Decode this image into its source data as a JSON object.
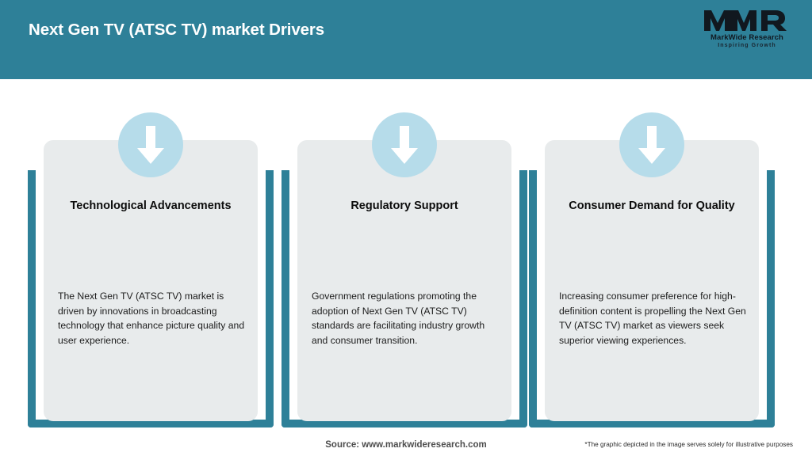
{
  "header": {
    "title": "Next Gen TV (ATSC TV) market Drivers",
    "background_color": "#2e8098",
    "title_color": "#ffffff"
  },
  "logo": {
    "mark": "MWR",
    "name": "MarkWide Research",
    "tagline": "Inspiring Growth"
  },
  "theme": {
    "accent_teal": "#2e8098",
    "card_background": "#e8ebec",
    "icon_circle": "#b6dcea",
    "arrow_color": "#ffffff"
  },
  "cards": [
    {
      "icon": "arrow-down-icon",
      "title": "Technological Advancements",
      "description": "The Next Gen TV (ATSC TV) market is driven by innovations in broadcasting technology that enhance picture quality and user experience."
    },
    {
      "icon": "arrow-down-icon",
      "title": "Regulatory Support",
      "description": "Government regulations promoting the adoption of Next Gen TV (ATSC TV) standards are facilitating industry growth and consumer transition."
    },
    {
      "icon": "arrow-down-icon",
      "title": "Consumer Demand for Quality",
      "description": "Increasing consumer preference for high-definition content is propelling the Next Gen TV (ATSC TV) market as viewers seek superior viewing experiences."
    }
  ],
  "footer": {
    "source": "Source: www.markwideresearch.com",
    "disclaimer": "*The graphic depicted in the image serves solely for illustrative purposes"
  }
}
